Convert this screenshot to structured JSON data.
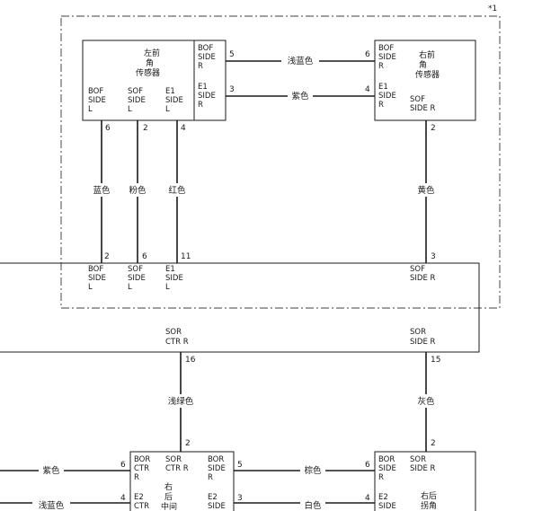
{
  "note_mark": "*1",
  "components": {
    "left_front_sensor": {
      "name": [
        "左前",
        "角",
        "传感器"
      ],
      "pins": {
        "bof_side_r": [
          "BOF",
          "SIDE",
          "R"
        ],
        "e1_side_r": [
          "E1",
          "SIDE",
          "R"
        ],
        "bof_side_l": [
          "BOF",
          "SIDE",
          "L"
        ],
        "sof_side_l": [
          "SOF",
          "SIDE",
          "L"
        ],
        "e1_side_l": [
          "E1",
          "SIDE",
          "L"
        ]
      }
    },
    "right_front_sensor": {
      "name": [
        "右前",
        "角",
        "传感器"
      ],
      "pins": {
        "bof_side_r": [
          "BOF",
          "SIDE",
          "R"
        ],
        "e1_side_r": [
          "E1",
          "SIDE",
          "R"
        ],
        "sof_side_r": [
          "SOF",
          "SIDE R"
        ]
      }
    },
    "ecu": {
      "pins": {
        "bof_side_l": [
          "BOF",
          "SIDE",
          "L"
        ],
        "sof_side_l": [
          "SOF",
          "SIDE",
          "L"
        ],
        "e1_side_l": [
          "E1",
          "SIDE",
          "L"
        ],
        "sof_side_r_top": [
          "SOF",
          "SIDE R"
        ],
        "sor_ctr_r": [
          "SOR",
          "CTR R"
        ],
        "sor_side_r": [
          "SOR",
          "SIDE R"
        ]
      }
    },
    "rear_center_sensor": {
      "name": [
        "右",
        "后",
        "中间"
      ],
      "pins": {
        "bor_ctr_r": [
          "BOR",
          "CTR",
          "R"
        ],
        "sor_ctr_r": [
          "SOR",
          "CTR R"
        ],
        "bor_side_r": [
          "BOR",
          "SIDE",
          "R"
        ],
        "e2_ctr": [
          "E2",
          "CTR"
        ],
        "e2_side": [
          "E2",
          "SIDE"
        ]
      }
    },
    "rear_right_sensor": {
      "name": [
        "右后",
        "拐角"
      ],
      "pins": {
        "bor_side_r": [
          "BOR",
          "SIDE",
          "R"
        ],
        "sor_side_r": [
          "SOR",
          "SIDE R"
        ],
        "e2_side": [
          "E2",
          "SIDE"
        ]
      }
    }
  },
  "pin_numbers": {
    "lf_5": "5",
    "lf_3": "3",
    "lf_6": "6",
    "lf_2": "2",
    "lf_4": "4",
    "rf_6": "6",
    "rf_4": "4",
    "rf_2": "2",
    "ecu_2": "2",
    "ecu_6": "6",
    "ecu_11": "11",
    "ecu_3": "3",
    "ecu_16": "16",
    "ecu_15": "15",
    "rc_2": "2",
    "rc_6": "6",
    "rc_4": "4",
    "rc_5": "5",
    "rc_3": "3",
    "rr_2": "2",
    "rr_6": "6",
    "rr_4": "4"
  },
  "wire_colors": {
    "light_blue_top": "浅蓝色",
    "purple_top": "紫色",
    "blue": "蓝色",
    "pink": "粉色",
    "red": "红色",
    "yellow": "黄色",
    "light_green": "浅绿色",
    "gray": "灰色",
    "purple_bottom": "紫色",
    "light_blue_bottom": "浅蓝色",
    "brown": "棕色",
    "white": "白色"
  }
}
